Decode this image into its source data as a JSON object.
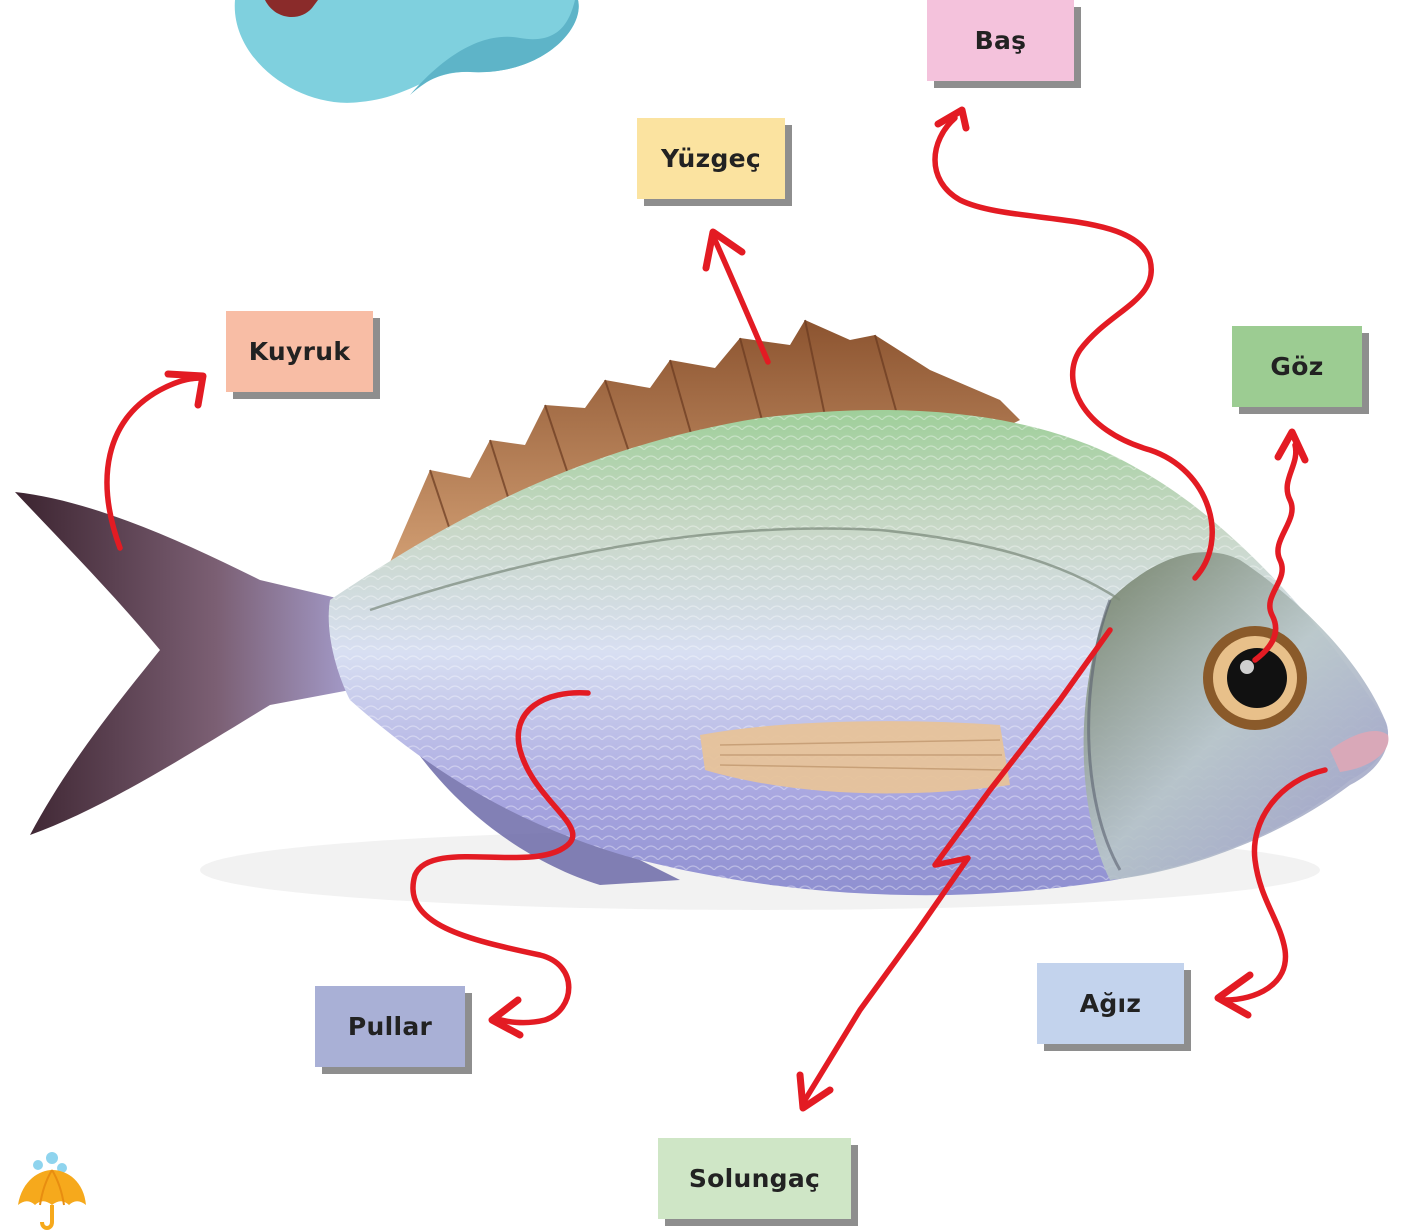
{
  "labels": {
    "bas": "Baş",
    "yuzgec": "Yüzgeç",
    "kuyruk": "Kuyruk",
    "goz": "Göz",
    "agiz": "Ağız",
    "pullar": "Pullar",
    "solungac": "Solungaç"
  },
  "colors": {
    "bas": "#f4c2dc",
    "yuzgec": "#fbe3a0",
    "kuyruk": "#f8bda5",
    "goz": "#9ccc92",
    "agiz": "#c3d3ed",
    "pullar": "#a9b0d6",
    "solungac": "#cfe6c6",
    "arrow": "#e31b23",
    "cloud": "#7fd0de",
    "cloud_shade": "#5eb4c8"
  },
  "icons": [
    "cloud-decoration",
    "fish-illustration",
    "umbrella-icon"
  ]
}
